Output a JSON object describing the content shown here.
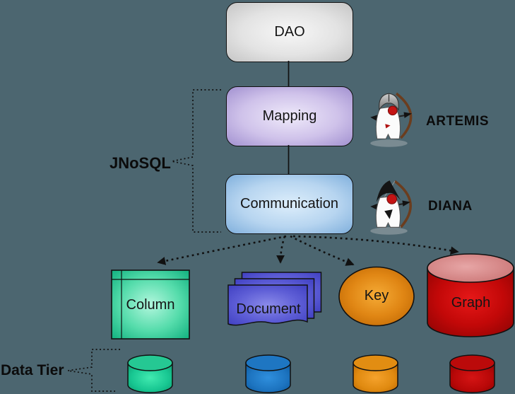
{
  "title": "JNoSQL architecture diagram",
  "background": "#4C6670",
  "nodes": {
    "dao": {
      "label": "DAO"
    },
    "mapping": {
      "label": "Mapping"
    },
    "communication": {
      "label": "Communication"
    }
  },
  "brackets": {
    "jnosql": {
      "label": "JNoSQL"
    },
    "data_tier": {
      "label": "Data Tier"
    }
  },
  "mascots": {
    "artemis": {
      "label": "ARTEMIS",
      "icon": "duke-archer-helmet-icon"
    },
    "diana": {
      "label": "DIANA",
      "icon": "duke-archer-hood-icon"
    }
  },
  "datastores": [
    {
      "id": "column",
      "label": "Column",
      "shape": "table",
      "color": "#12B17F"
    },
    {
      "id": "document",
      "label": "Document",
      "shape": "document-stack",
      "color": "#4242C4"
    },
    {
      "id": "key",
      "label": "Key",
      "shape": "ellipse",
      "color": "#E08614"
    },
    {
      "id": "graph",
      "label": "Graph",
      "shape": "cylinder",
      "color": "#C00000"
    }
  ],
  "data_tier_cylinders": [
    {
      "id": "column-db",
      "color": "#18C792"
    },
    {
      "id": "document-db",
      "color": "#1D74C0"
    },
    {
      "id": "key-db",
      "color": "#E08A10"
    },
    {
      "id": "graph-db",
      "color": "#B80808"
    }
  ]
}
